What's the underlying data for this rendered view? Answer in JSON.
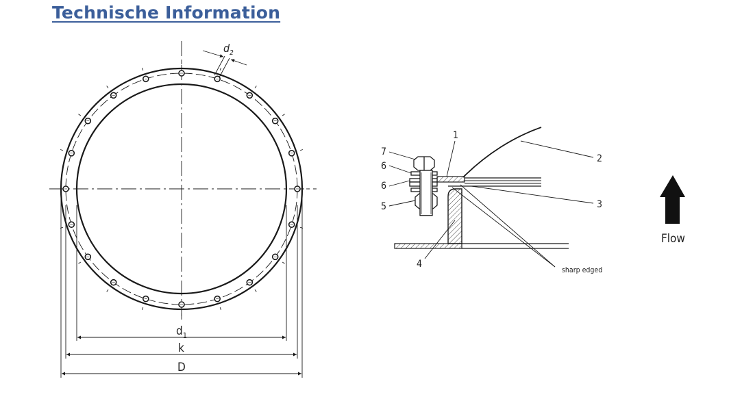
{
  "page": {
    "title": "Technische Information"
  },
  "flange_view": {
    "bolt_holes": 20,
    "dimensions": {
      "d1": "d",
      "d1_sub": "1",
      "k": "k",
      "D": "D",
      "d2": "d",
      "d2_sub": "2"
    }
  },
  "section_view": {
    "part_labels": [
      "1",
      "2",
      "3",
      "4",
      "5",
      "6",
      "6",
      "7"
    ],
    "note": "sharp edged"
  },
  "flow": {
    "label": "Flow"
  },
  "colors": {
    "title": "#3b5e9a",
    "line": "#1a1a1a"
  }
}
